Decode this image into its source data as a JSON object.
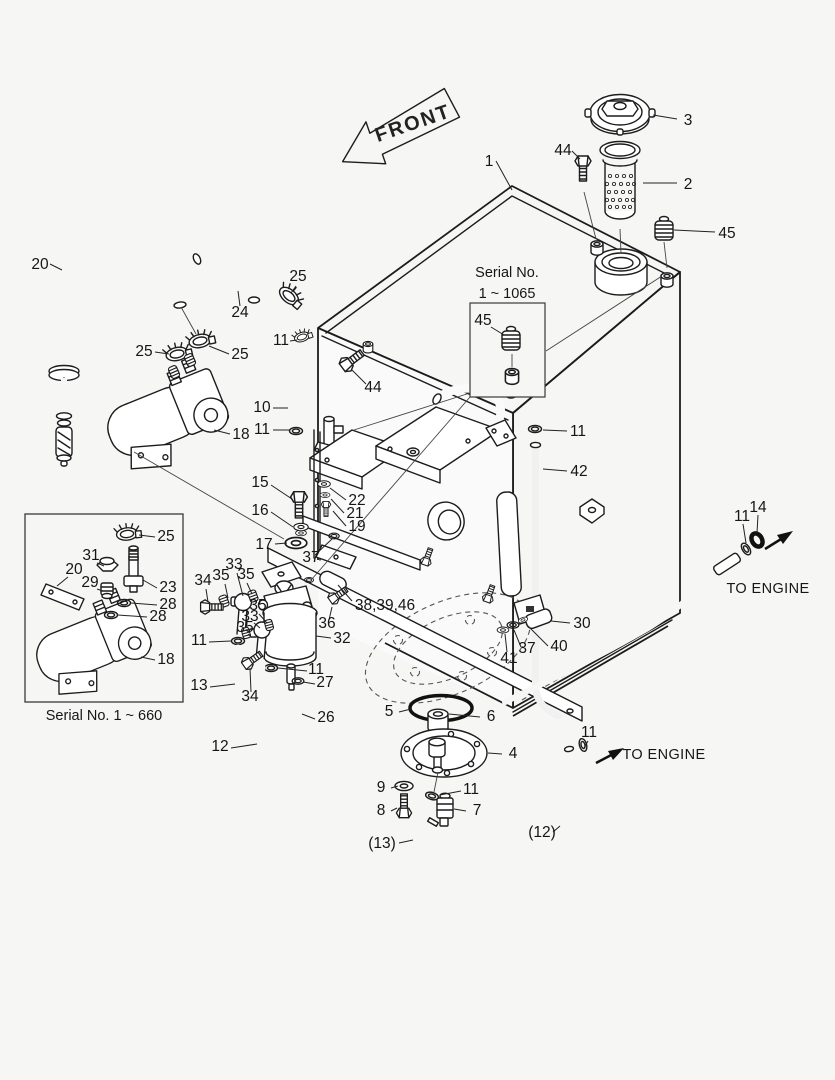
{
  "diagram": {
    "front_arrow": "FRONT",
    "serial_note_top_line1": "Serial No.",
    "serial_note_top_line2": "1 ~ 1065",
    "serial_note_inset": "Serial No. 1 ~ 660",
    "to_engine_right": "TO ENGINE",
    "to_engine_bottom": "TO ENGINE"
  },
  "callouts": [
    "1",
    "44",
    "3",
    "2",
    "45",
    "20",
    "24",
    "25",
    "25",
    "25",
    "11",
    "44",
    "10",
    "11",
    "18",
    "11",
    "42",
    "15",
    "16",
    "22",
    "21",
    "19",
    "17",
    "37",
    "38,39,46",
    "36",
    "32",
    "30",
    "40",
    "37",
    "41",
    "33",
    "35",
    "34",
    "35",
    "35",
    "33",
    "35",
    "11",
    "13",
    "34",
    "11",
    "27",
    "26",
    "12",
    "5",
    "6",
    "4",
    "11",
    "9",
    "8",
    "11",
    "7",
    "(13)",
    "(12)",
    "11",
    "14",
    "25",
    "31",
    "20",
    "29",
    "23",
    "28",
    "28",
    "18",
    "45"
  ]
}
